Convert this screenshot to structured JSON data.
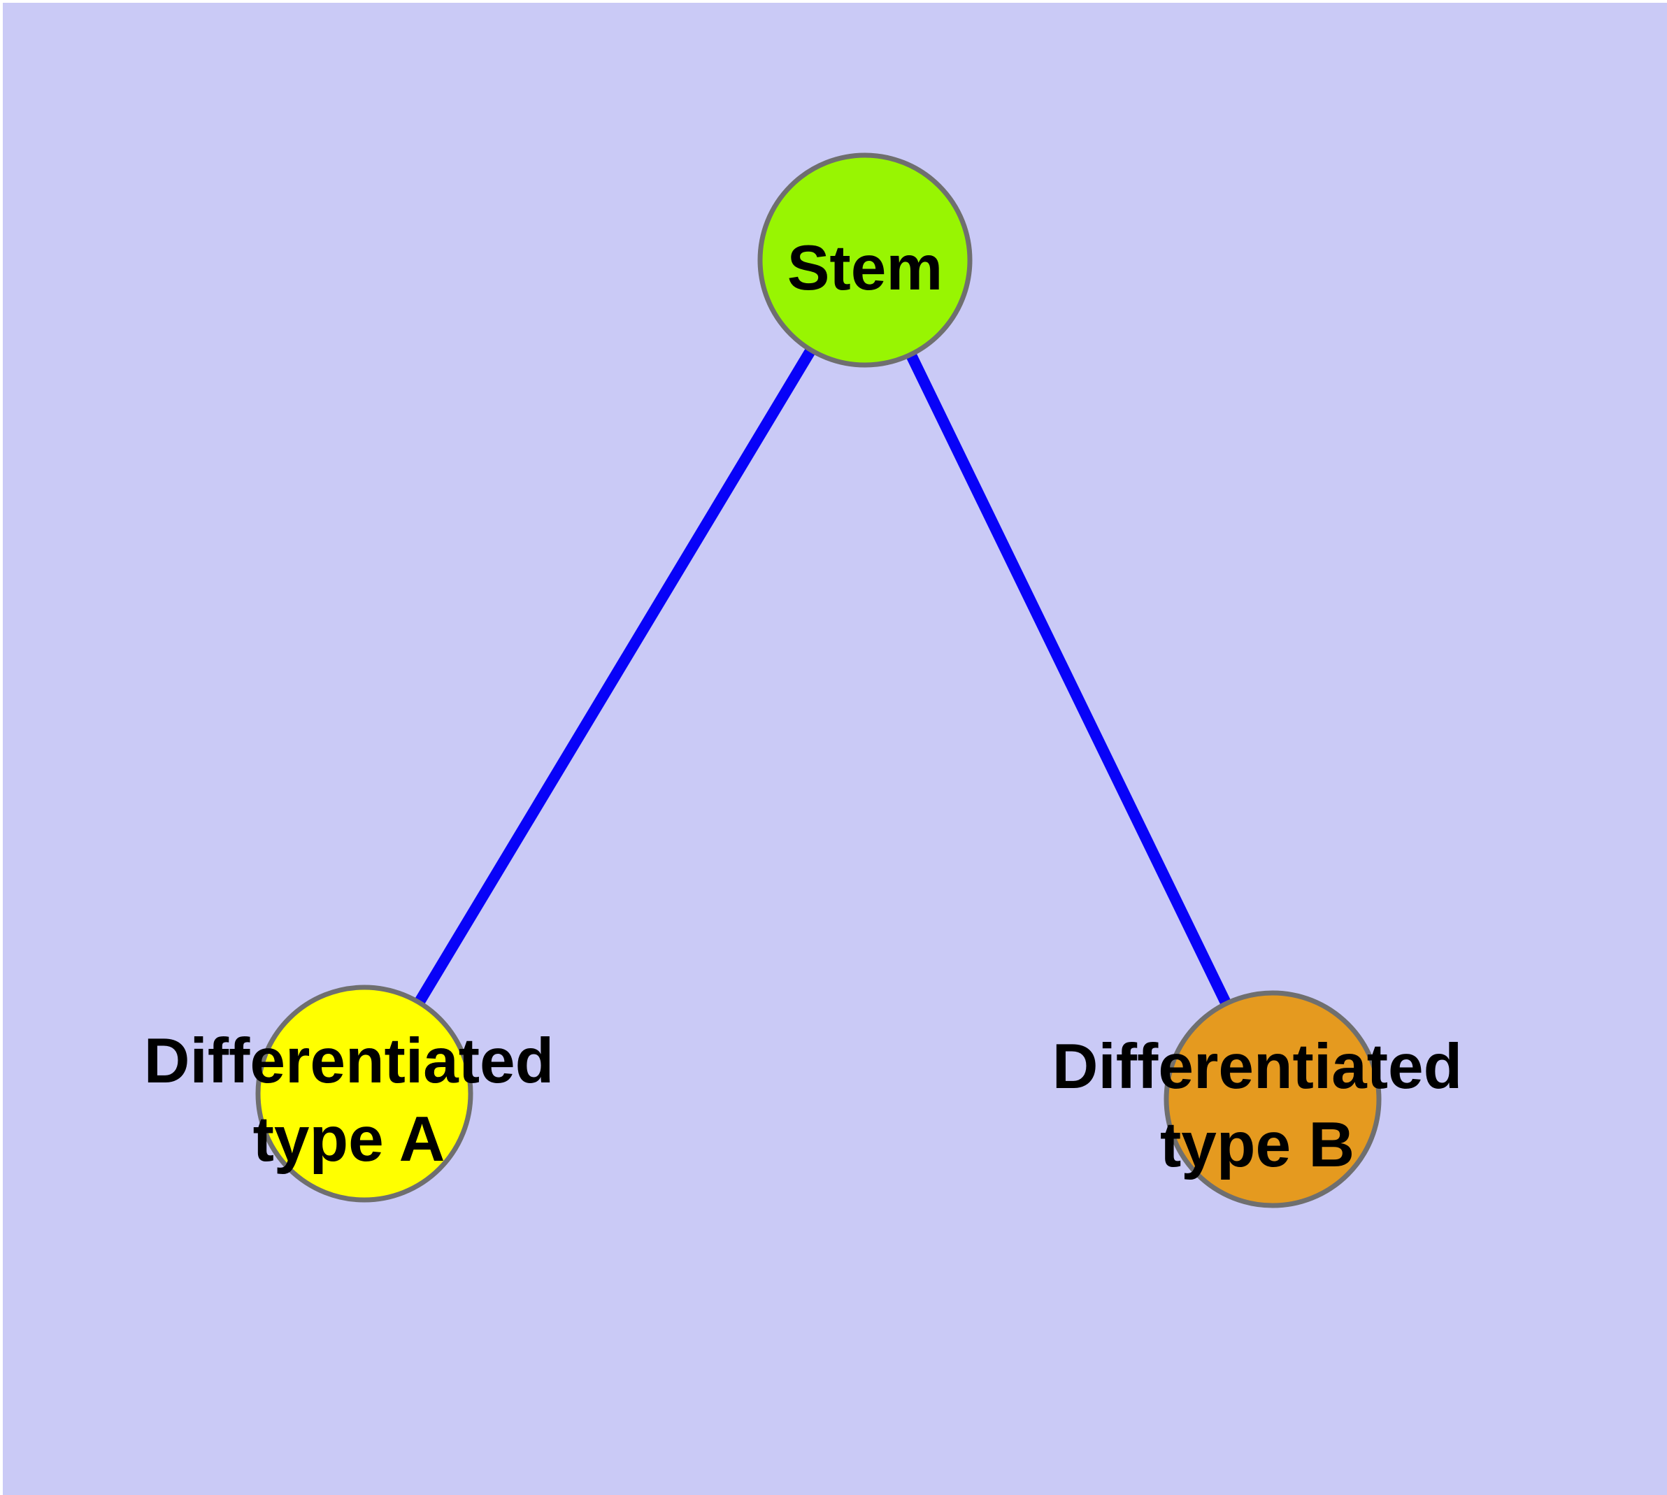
{
  "diagram": {
    "description": "Cell differentiation graph with one stem node and two differentiated nodes",
    "background_color": "#CACAF6",
    "page_margin_color": "#FFFFFF",
    "edge_color": "#0802F8",
    "node_border_color": "#6F6F6F",
    "label_color": "#000000",
    "nodes": [
      {
        "id": "stem",
        "label_lines": [
          "Stem"
        ],
        "fill": "#98F502"
      },
      {
        "id": "type-a",
        "label_lines": [
          "Differentiated",
          "type A"
        ],
        "fill": "#FFFF00"
      },
      {
        "id": "type-b",
        "label_lines": [
          "Differentiated",
          "type B"
        ],
        "fill": "#E59A1F"
      }
    ],
    "edges": [
      {
        "from": "stem",
        "to": "type-a"
      },
      {
        "from": "stem",
        "to": "type-b"
      }
    ]
  }
}
